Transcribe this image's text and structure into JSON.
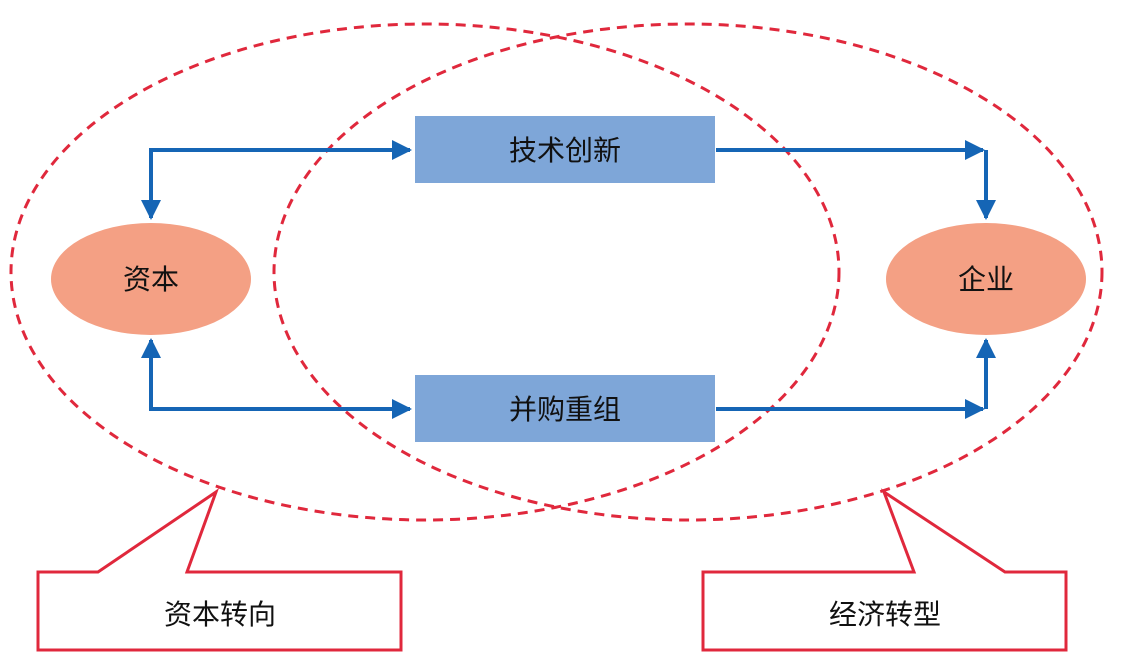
{
  "nodes": {
    "capital": "资本",
    "enterprise": "企业",
    "tech_innovation": "技术创新",
    "merger_reorg": "并购重组"
  },
  "callouts": {
    "capital_shift": "资本转向",
    "economic_transition": "经济转型"
  },
  "colors": {
    "ellipse_fill": "#f4a084",
    "box_fill": "#7ea6d8",
    "arrow": "#1565b5",
    "dashed_border": "#e0283c",
    "callout_border": "#e0283c"
  },
  "icons": {
    "arrowhead": "triangle-arrowhead-icon"
  }
}
